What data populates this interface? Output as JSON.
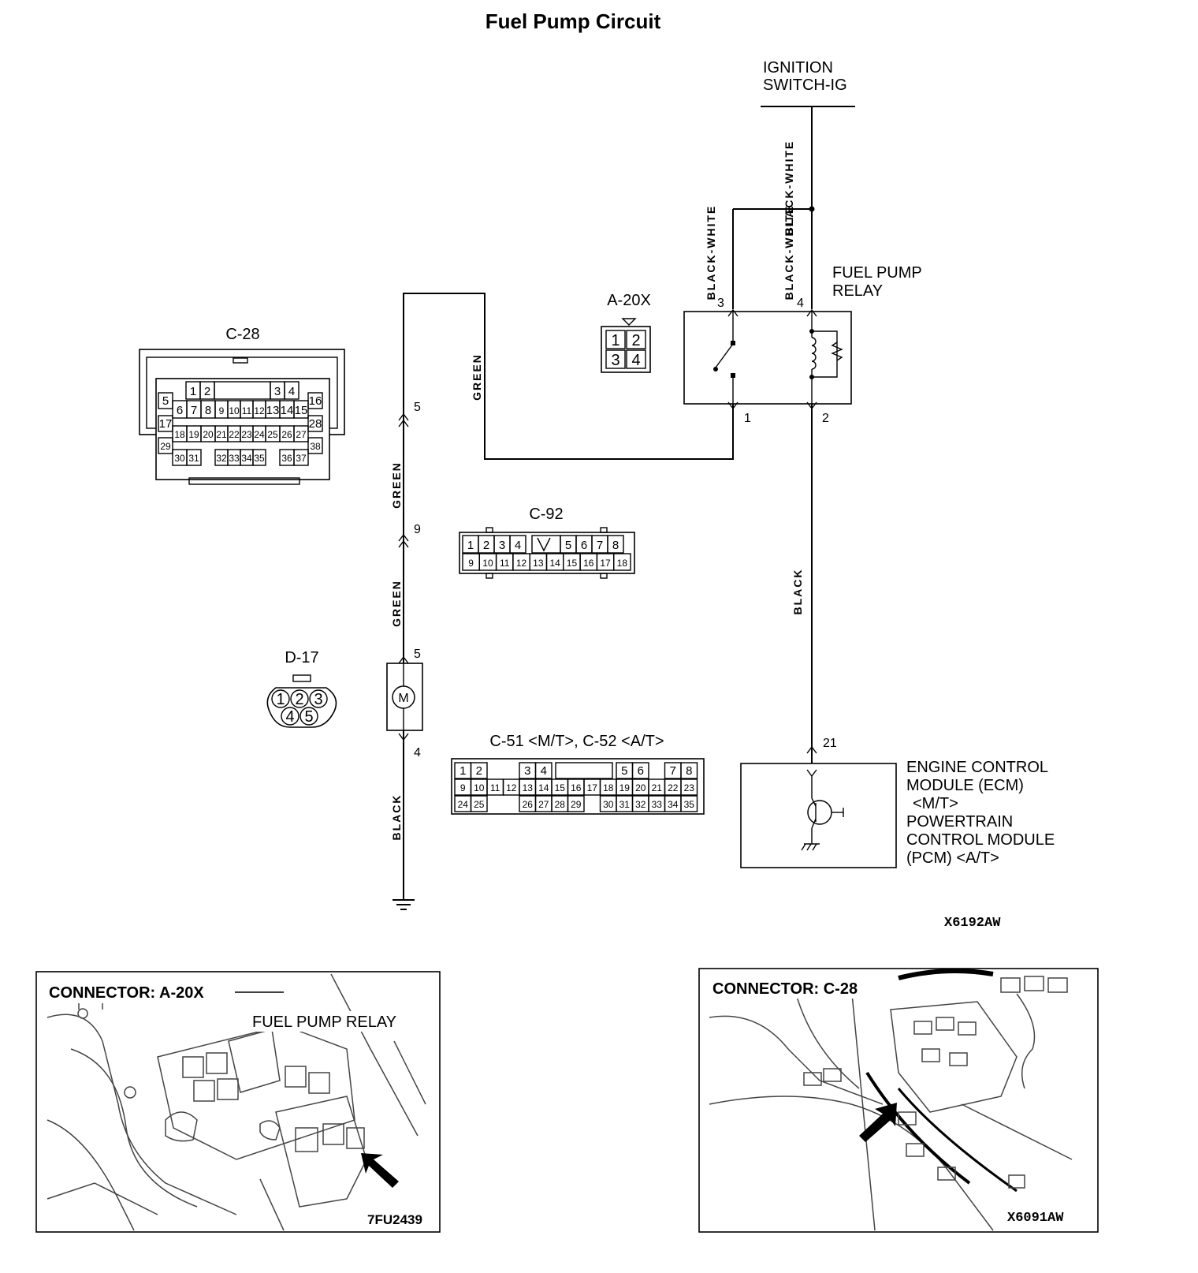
{
  "title": "Fuel Pump Circuit",
  "ignition": {
    "line1": "IGNITION",
    "line2": "SWITCH-IG"
  },
  "relay": {
    "line1": "FUEL PUMP",
    "line2": "RELAY",
    "pin3": "3",
    "pin4": "4",
    "pin1": "1",
    "pin2": "2"
  },
  "wires": {
    "bw_top": "BLACK-WHITE",
    "bw_left": "BLACK-WHITE",
    "bw_right": "BLACK-WHITE",
    "green_relay": "GREEN",
    "green_upper": "GREEN",
    "green_lower": "GREEN",
    "black_ecm": "BLACK",
    "black_ground": "BLACK"
  },
  "pump": {
    "symbol": "M",
    "pin5_top": "5",
    "pin9": "9",
    "pin5_bottom": "5",
    "pin4": "4"
  },
  "ecm": {
    "pin": "21",
    "lines": [
      "ENGINE CONTROL",
      "MODULE (ECM)",
      "<M/T>",
      "POWERTRAIN",
      "CONTROL MODULE",
      "(PCM) <A/T>"
    ]
  },
  "connectors": {
    "a20x": {
      "label": "A-20X",
      "pins": [
        "1",
        "2",
        "3",
        "4"
      ]
    },
    "c28": {
      "label": "C-28",
      "row1": [
        "1",
        "2",
        "3",
        "4"
      ],
      "row2": [
        "5",
        "6",
        "7",
        "8",
        "9",
        "10",
        "11",
        "12",
        "13",
        "14",
        "15",
        "16"
      ],
      "row3": [
        "17",
        "18",
        "19",
        "20",
        "21",
        "22",
        "23",
        "24",
        "25",
        "26",
        "27",
        "28"
      ],
      "row4": [
        "29",
        "30",
        "31",
        "32",
        "33",
        "34",
        "35",
        "36",
        "37",
        "38"
      ]
    },
    "c92": {
      "label": "C-92",
      "row1": [
        "1",
        "2",
        "3",
        "4",
        "5",
        "6",
        "7",
        "8"
      ],
      "row2": [
        "9",
        "10",
        "11",
        "12",
        "13",
        "14",
        "15",
        "16",
        "17",
        "18"
      ]
    },
    "d17": {
      "label": "D-17",
      "pins": [
        "1",
        "2",
        "3",
        "4",
        "5"
      ]
    },
    "c51": {
      "label": "C-51 <M/T>, C-52 <A/T>",
      "row1": [
        "1",
        "2",
        "3",
        "4",
        "5",
        "6",
        "7",
        "8"
      ],
      "row2": [
        "9",
        "10",
        "11",
        "12",
        "13",
        "14",
        "15",
        "16",
        "17",
        "18",
        "19",
        "20",
        "21",
        "22",
        "23"
      ],
      "row3": [
        "24",
        "25",
        "26",
        "27",
        "28",
        "29",
        "30",
        "31",
        "32",
        "33",
        "34",
        "35"
      ]
    }
  },
  "code_main": "X6192AW",
  "panel_left": {
    "title": "CONNECTOR: A-20X",
    "callout": "FUEL PUMP RELAY",
    "code": "7FU2439"
  },
  "panel_right": {
    "title": "CONNECTOR: C-28",
    "code": "X6091AW"
  }
}
